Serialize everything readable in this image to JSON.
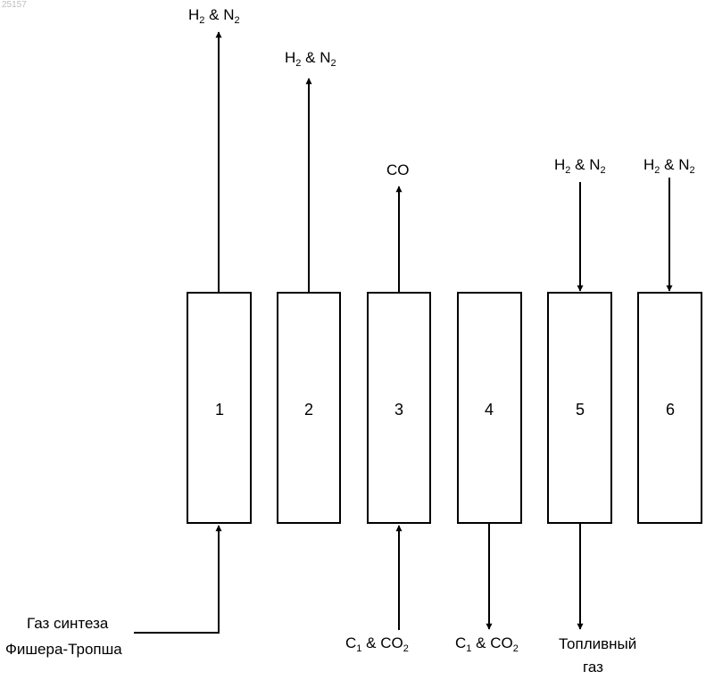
{
  "watermark": "25157",
  "units": [
    "1",
    "2",
    "3",
    "4",
    "5",
    "6"
  ],
  "streams": {
    "h2n2": {
      "a": "H",
      "a_sub": "2",
      "mid": " & N",
      "b_sub": "2"
    },
    "co": "CO",
    "c1co2": {
      "a": "C",
      "a_sub": "1",
      "mid": " & CO",
      "b_sub": "2"
    }
  },
  "feed": {
    "line1": "Газ синтеза",
    "line2": "Фишера-Тропша"
  },
  "fuel_gas": {
    "line1": "Топливный",
    "line2": "газ"
  }
}
